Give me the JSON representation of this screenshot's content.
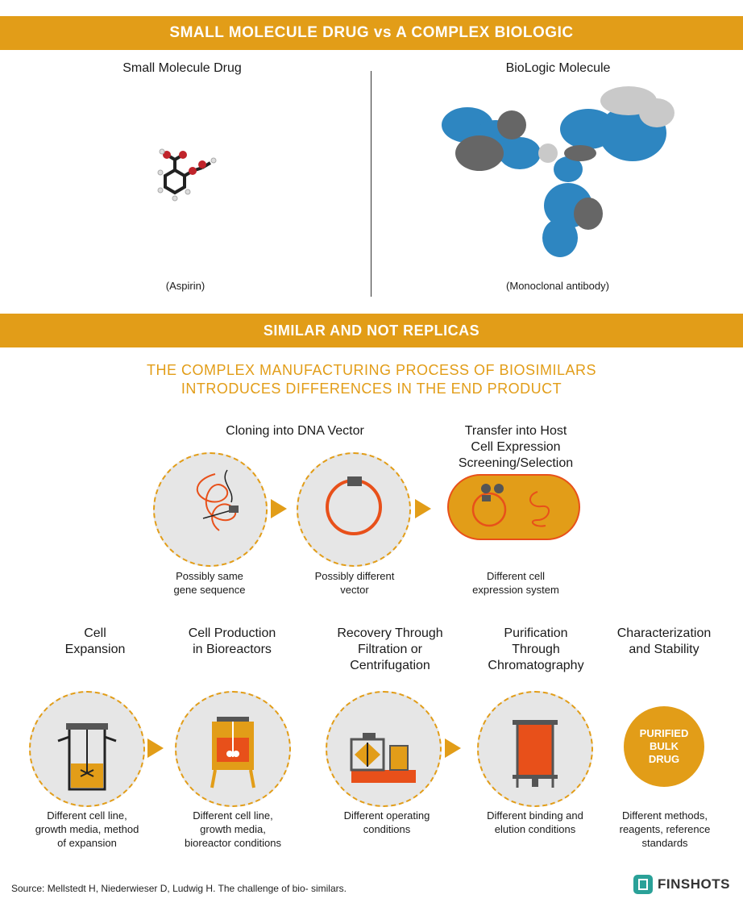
{
  "top_banner": "SMALL MOLECULE DRUG vs A COMPLEX BIOLOGIC",
  "left_panel": {
    "title": "Small Molecule Drug",
    "caption": "(Aspirin)"
  },
  "right_panel": {
    "title": "BioLogic Molecule",
    "caption": "(Monoclonal antibody)"
  },
  "middle_banner": "SIMILAR AND NOT REPLICAS",
  "subtitle_line1": "THE COMPLEX MANUFACTURING PROCESS OF BIOSIMILARS",
  "subtitle_line2": "INTRODUCES DIFFERENCES IN THE END PRODUCT",
  "row1": {
    "title_cloning": "Cloning into DNA Vector",
    "title_transfer": [
      "Transfer into Host",
      "Cell Expression",
      "Screening/Selection"
    ],
    "captions": [
      [
        "Possibly same",
        "gene sequence"
      ],
      [
        "Possibly different",
        "vector"
      ],
      [
        "Different cell",
        "expression  system"
      ]
    ]
  },
  "row2": {
    "titles": [
      [
        "Cell",
        "Expansion"
      ],
      [
        "Cell Production",
        "in  Bioreactors"
      ],
      [
        "Recovery Through",
        "Filtration or",
        "Centrifugation"
      ],
      [
        "Purification",
        "Through",
        "Chromatography"
      ],
      [
        "Characterization",
        "and  Stability"
      ]
    ],
    "captions": [
      [
        "Different cell line,",
        "growth media, method",
        "of expansion"
      ],
      [
        "Different cell line,",
        "growth media,",
        "bioreactor conditions"
      ],
      [
        "Different  operating",
        "conditions"
      ],
      [
        "Different binding and",
        "elution conditions"
      ],
      [
        "Different methods,",
        "reagents, reference",
        "standards"
      ]
    ],
    "product_label": [
      "PURIFIED",
      "BULK",
      "DRUG"
    ]
  },
  "source": "Source: Mellstedt H, Niederwieser D, Ludwig H. The challenge of bio- similars.",
  "brand": "FINSHOTS",
  "colors": {
    "accent": "#e29d18",
    "orange": "#e8501a",
    "antibody_blue": "#2e86c1",
    "gray": "#e6e6e6"
  }
}
